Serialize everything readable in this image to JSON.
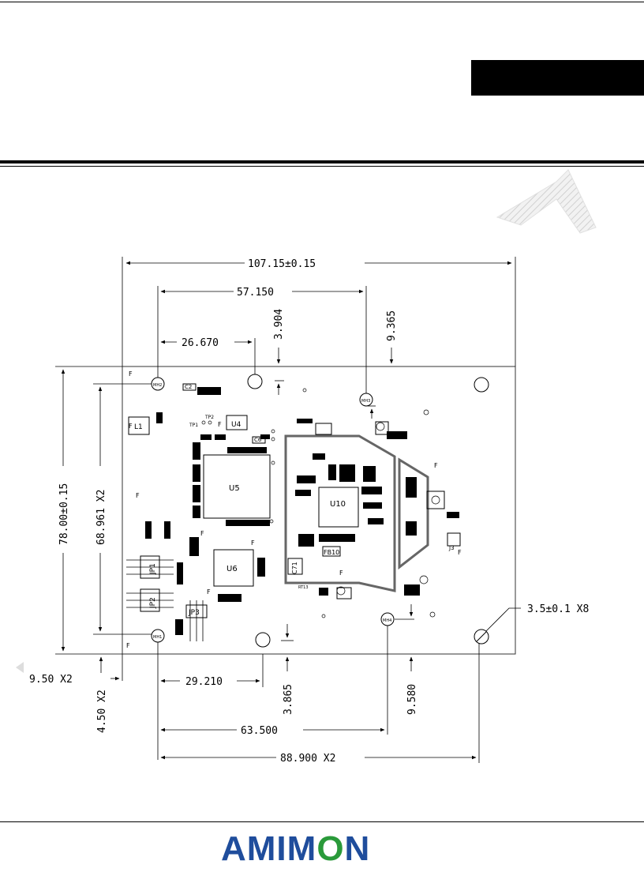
{
  "logo": {
    "text": "AMIMON"
  },
  "dimensions": {
    "width_total": "107.15±0.15",
    "d57": "57.150",
    "d26": "26.670",
    "d3904": "3.904",
    "d9365": "9.365",
    "height_total": "78.00±0.15",
    "d68": "68.961 X2",
    "d950": "9.50 X2",
    "d450": "4.50 X2",
    "d29": "29.210",
    "d3865": "3.865",
    "d9580": "9.580",
    "d63": "63.500",
    "d88": "88.900 X2",
    "hole": "3.5±0.1 X8"
  },
  "components": {
    "u4": "U4",
    "u5": "U5",
    "u6": "U6",
    "u10": "U10",
    "l1": "L1",
    "jp1": "JP1",
    "jp2": "JP2",
    "jp3": "JP3",
    "c2": "C2",
    "c6": "C6",
    "c71": "C71",
    "fb10": "FB10",
    "tp1": "TP1",
    "tp2": "TP2",
    "rt13": "RT13",
    "j3": "J3",
    "mh2": "MH2",
    "mh1": "MH1",
    "mh3": "MH3",
    "mh4": "MH4",
    "f": "F"
  },
  "colors": {
    "logo_blue": "#1f4d9c",
    "logo_green": "#2a9a3a",
    "logo_red": "#d8262c"
  }
}
